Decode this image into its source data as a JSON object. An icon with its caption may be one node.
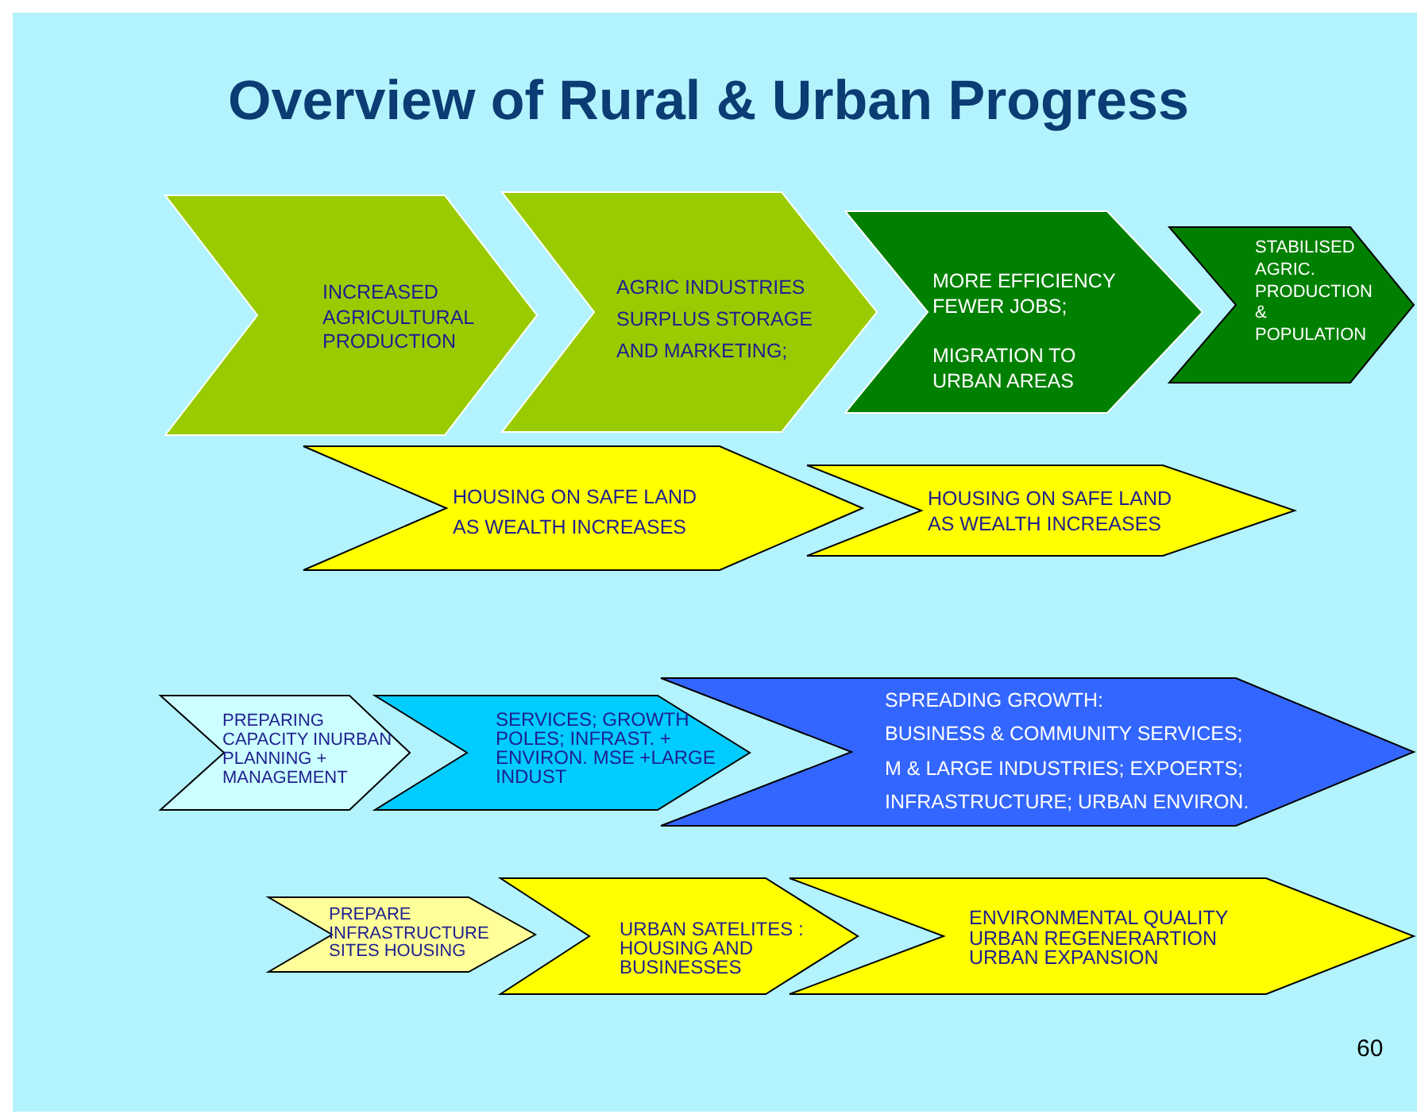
{
  "diagram": {
    "title": "Overview of Rural & Urban Progress",
    "nodes": [
      {
        "text": [
          "INCREASED AGRICULTURAL PRODUCTION"
        ]
      },
      {
        "text": [
          "AGRIC INDUSTRIES SURPLUS STORAGE AND MARKETING;"
        ]
      },
      {
        "text": [
          "MORE EFFICIENCY FEWER JOBS;",
          "MIGRATION TO URBAN AREAS"
        ]
      },
      {
        "text": [
          "STABILISED AGRIC. PRODUCTION & POPULATION"
        ]
      },
      {
        "text": [
          "HOUSING ON SAFE LAND AS WEALTH INCREASES"
        ]
      },
      {
        "text": [
          "HOUSING ON SAFE LAND AS WEALTH INCREASES"
        ]
      },
      {
        "text": [
          "PREPARING CAPACITY INURBAN PLANNING + MANAGEMENT"
        ]
      },
      {
        "text": [
          "SERVICES; GROWTH POLES; INFRAST. + ENVIRON. MSE +LARGE INDUST"
        ]
      },
      {
        "text": [
          "SPREADING GROWTH:",
          "BUSINESS & COMMUNITY SERVICES;",
          "M & LARGE INDUSTRIES; EXPOERTS;",
          "INFRASTRUCTURE; URBAN ENVIRON."
        ]
      },
      {
        "text": [
          "PREPARE INFRASTRUCTURE SITES HOUSING"
        ]
      },
      {
        "text": [
          "URBAN SATELITES : HOUSING AND BUSINESSES"
        ]
      },
      {
        "text": [
          "ENVIRONMENTAL QUALITY URBAN REGENERARTION URBAN EXPANSION"
        ]
      }
    ],
    "labels": [
      "60"
    ]
  }
}
